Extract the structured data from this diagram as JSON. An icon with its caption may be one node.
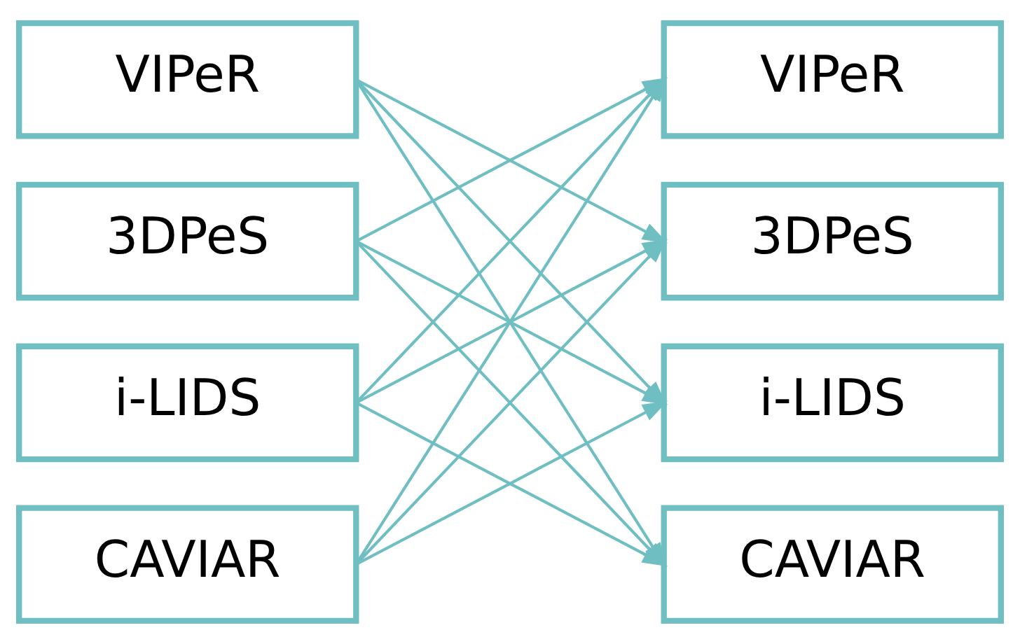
{
  "diagram": {
    "nodes": [
      {
        "text": [
          "VIPeR"
        ]
      },
      {
        "text": [
          "3DPeS"
        ]
      },
      {
        "text": [
          "i-LIDS"
        ]
      },
      {
        "text": [
          "CAVIAR"
        ]
      },
      {
        "text": [
          "VIPeR"
        ]
      },
      {
        "text": [
          "3DPeS"
        ]
      },
      {
        "text": [
          "i-LIDS"
        ]
      },
      {
        "text": [
          "CAVIAR"
        ]
      }
    ],
    "edges": [
      {
        "from": 0,
        "to": 5,
        "arrow": "to"
      },
      {
        "from": 0,
        "to": 6,
        "arrow": "to"
      },
      {
        "from": 0,
        "to": 7,
        "arrow": "to"
      },
      {
        "from": 1,
        "to": 4,
        "arrow": "to"
      },
      {
        "from": 1,
        "to": 6,
        "arrow": "to"
      },
      {
        "from": 1,
        "to": 7,
        "arrow": "to"
      },
      {
        "from": 2,
        "to": 4,
        "arrow": "to"
      },
      {
        "from": 2,
        "to": 5,
        "arrow": "to"
      },
      {
        "from": 2,
        "to": 7,
        "arrow": "to"
      },
      {
        "from": 3,
        "to": 4,
        "arrow": "to"
      },
      {
        "from": 3,
        "to": 5,
        "arrow": "to"
      },
      {
        "from": 3,
        "to": 6,
        "arrow": "to"
      }
    ]
  }
}
